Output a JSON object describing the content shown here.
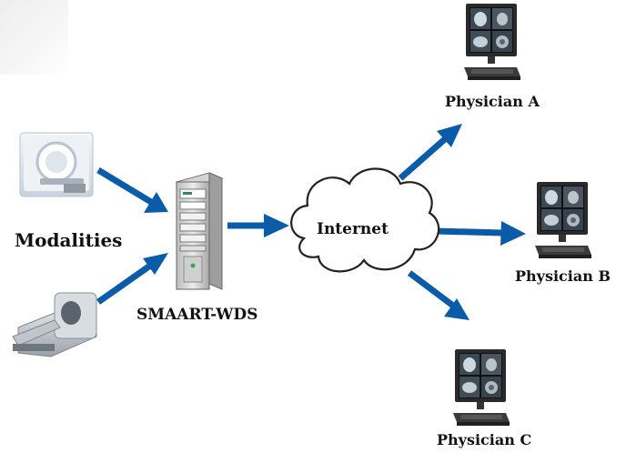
{
  "labels": {
    "modalities": "Modalities",
    "server": "SMAART-WDS",
    "cloud": "Internet",
    "physician_a": "Physician A",
    "physician_b": "Physician B",
    "physician_c": "Physician C"
  },
  "colors": {
    "arrow": "#0b5ca8",
    "text": "#111111",
    "cloud_stroke": "#222222",
    "server_body": "#d9d9d9",
    "monitor_frame": "#2a2a2a"
  },
  "icons": {
    "ct_scanner": "ct-scanner-icon",
    "mri_scanner": "mri-scanner-icon",
    "server": "server-tower-icon",
    "cloud": "cloud-icon",
    "workstation": "workstation-monitor-icon"
  }
}
